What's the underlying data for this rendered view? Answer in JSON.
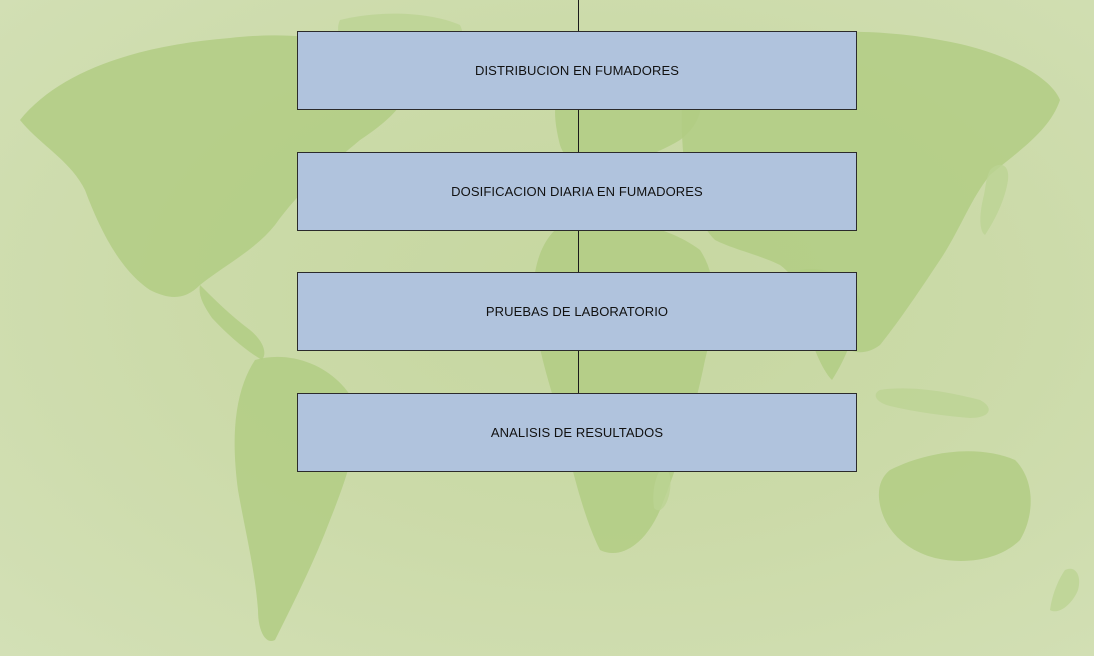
{
  "diagram": {
    "type": "vertical-flowchart",
    "steps": [
      {
        "label": "DISTRIBUCION EN FUMADORES"
      },
      {
        "label": "DOSIFICACION DIARIA EN FUMADORES"
      },
      {
        "label": "PRUEBAS DE LABORATORIO"
      },
      {
        "label": "ANALISIS DE RESULTADOS"
      }
    ],
    "colors": {
      "box_fill": "#b0c3dd",
      "box_border": "#2b2b2b",
      "connector": "#1a1a1a",
      "background": "#cddaaa",
      "map_land": "#b2cc84"
    },
    "background_image": "world-map-watermark"
  }
}
